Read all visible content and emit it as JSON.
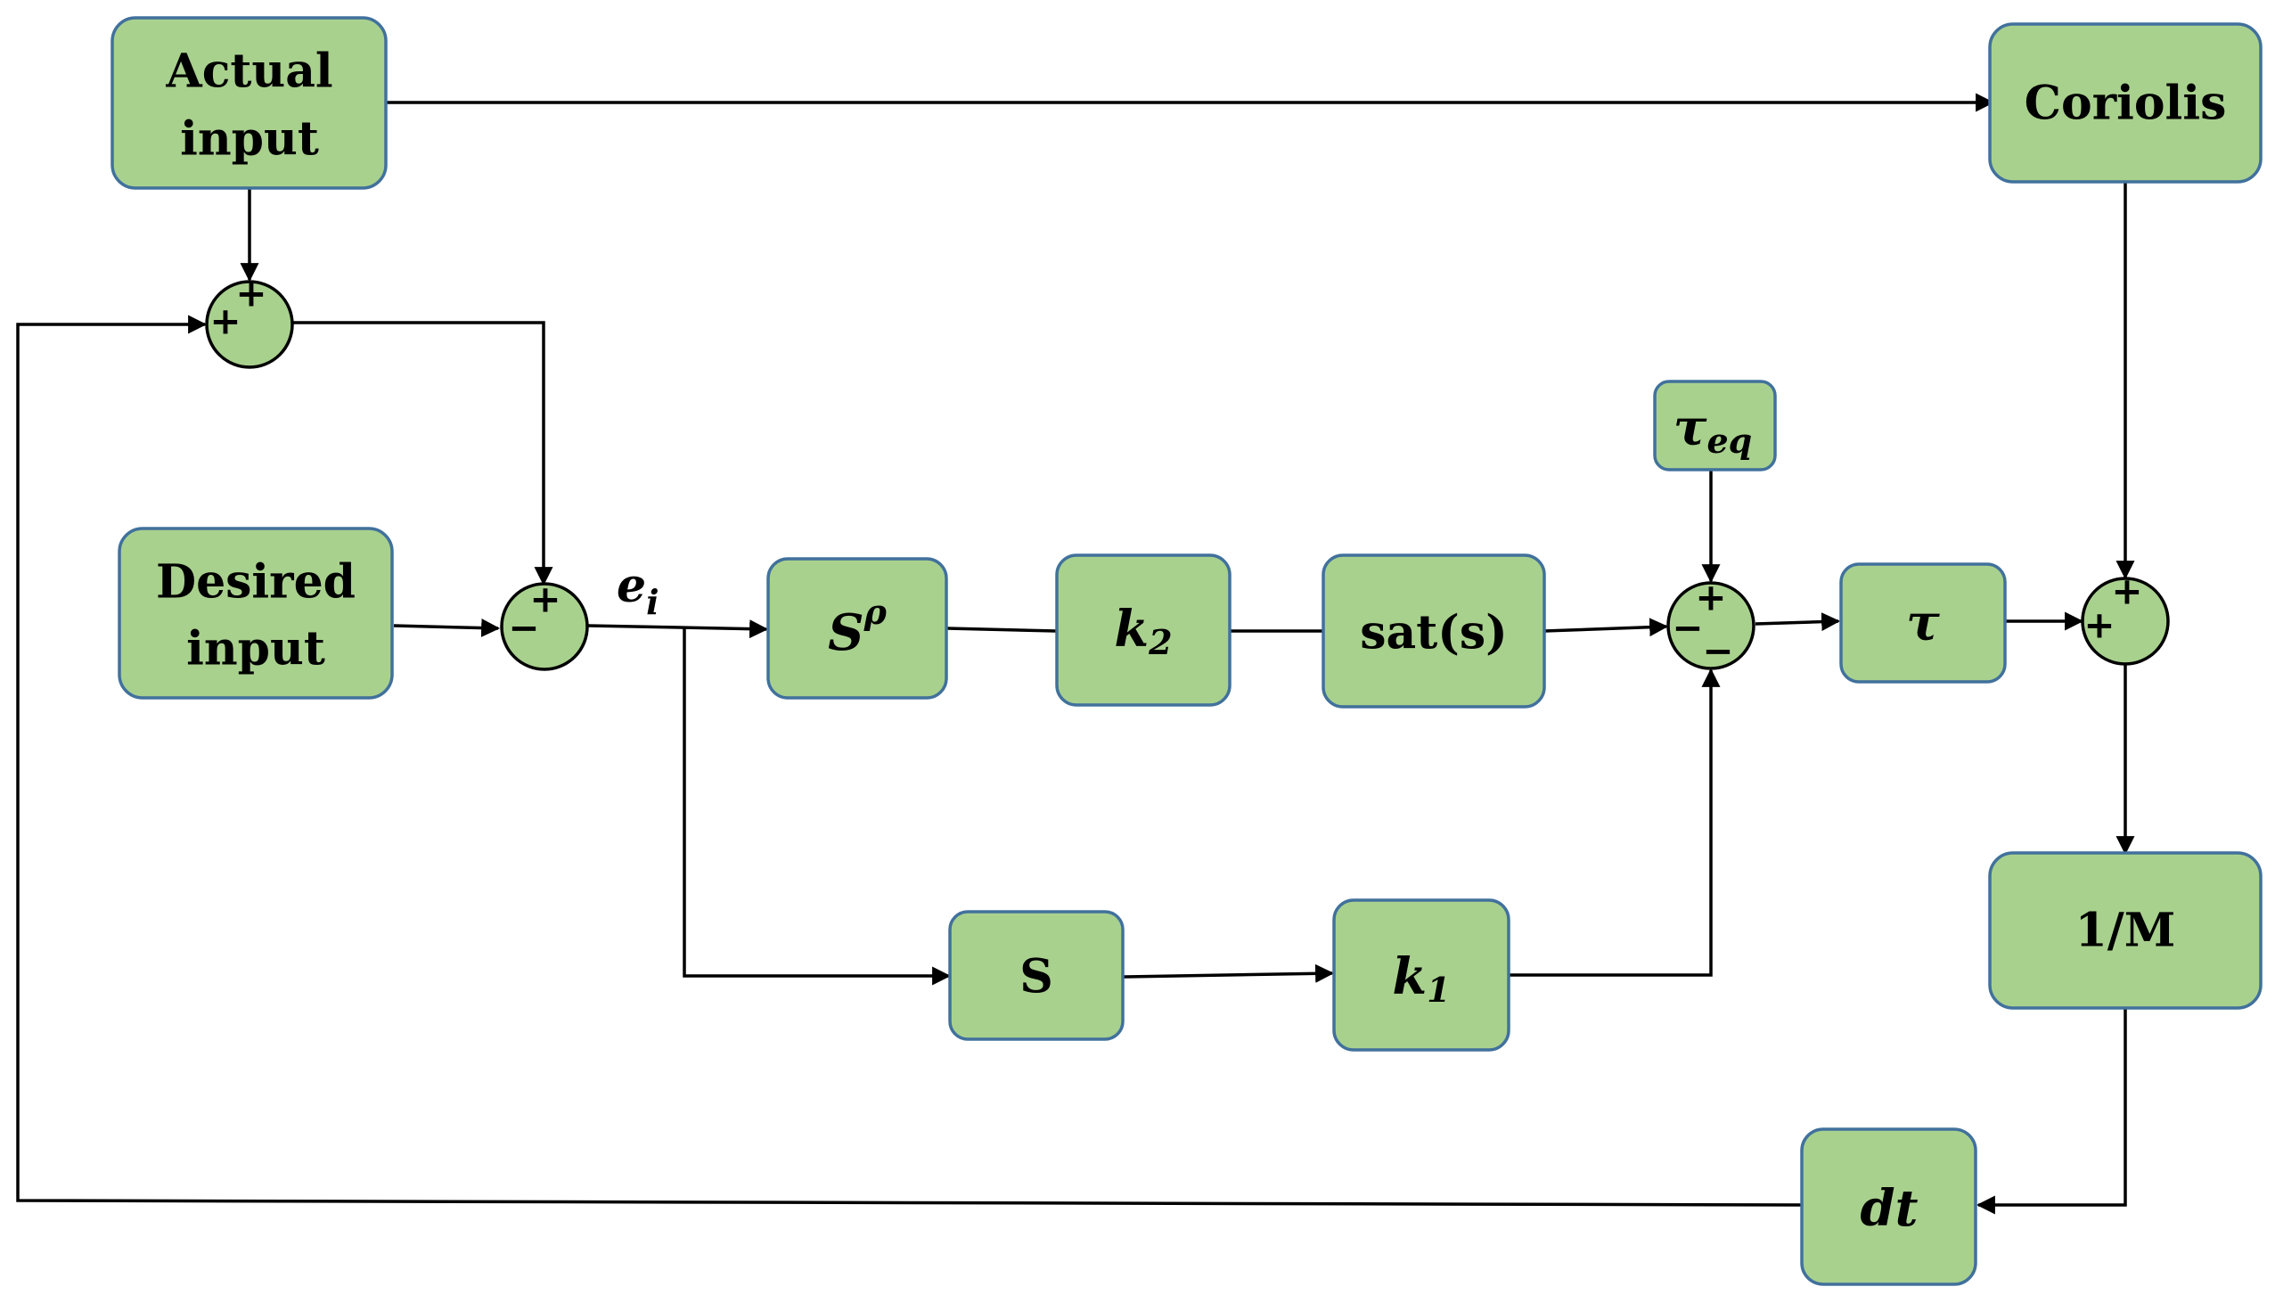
{
  "diagram": {
    "blocks": {
      "actual_input": {
        "line1": "Actual",
        "line2": "input"
      },
      "desired_input": {
        "line1": "Desired",
        "line2": "input"
      },
      "coriolis": {
        "label": "Coriolis"
      },
      "tau_eq": {
        "main": "τ",
        "sub": "eq"
      },
      "s_rho": {
        "main": "S",
        "sup": "ρ"
      },
      "k2": {
        "main": "k",
        "sub": "2"
      },
      "sat": {
        "label": "sat(s)"
      },
      "tau": {
        "label": "τ"
      },
      "inv_m": {
        "label": "1/M"
      },
      "s_block": {
        "label": "S"
      },
      "k1": {
        "main": "k",
        "sub": "1"
      },
      "dt": {
        "label": "dt"
      }
    },
    "signal_label": {
      "main": "e",
      "sub": "i"
    },
    "junctions": {
      "sum_feedback": {
        "signs": [
          "+",
          "+"
        ]
      },
      "sum_error": {
        "signs": [
          "+",
          "−"
        ]
      },
      "sum_control": {
        "signs": [
          "+",
          "−",
          "−"
        ]
      },
      "sum_dynamics": {
        "signs": [
          "+",
          "+"
        ]
      }
    },
    "colors": {
      "block_fill": "#a9d18e",
      "block_border": "#41719c",
      "line": "#000000"
    }
  }
}
